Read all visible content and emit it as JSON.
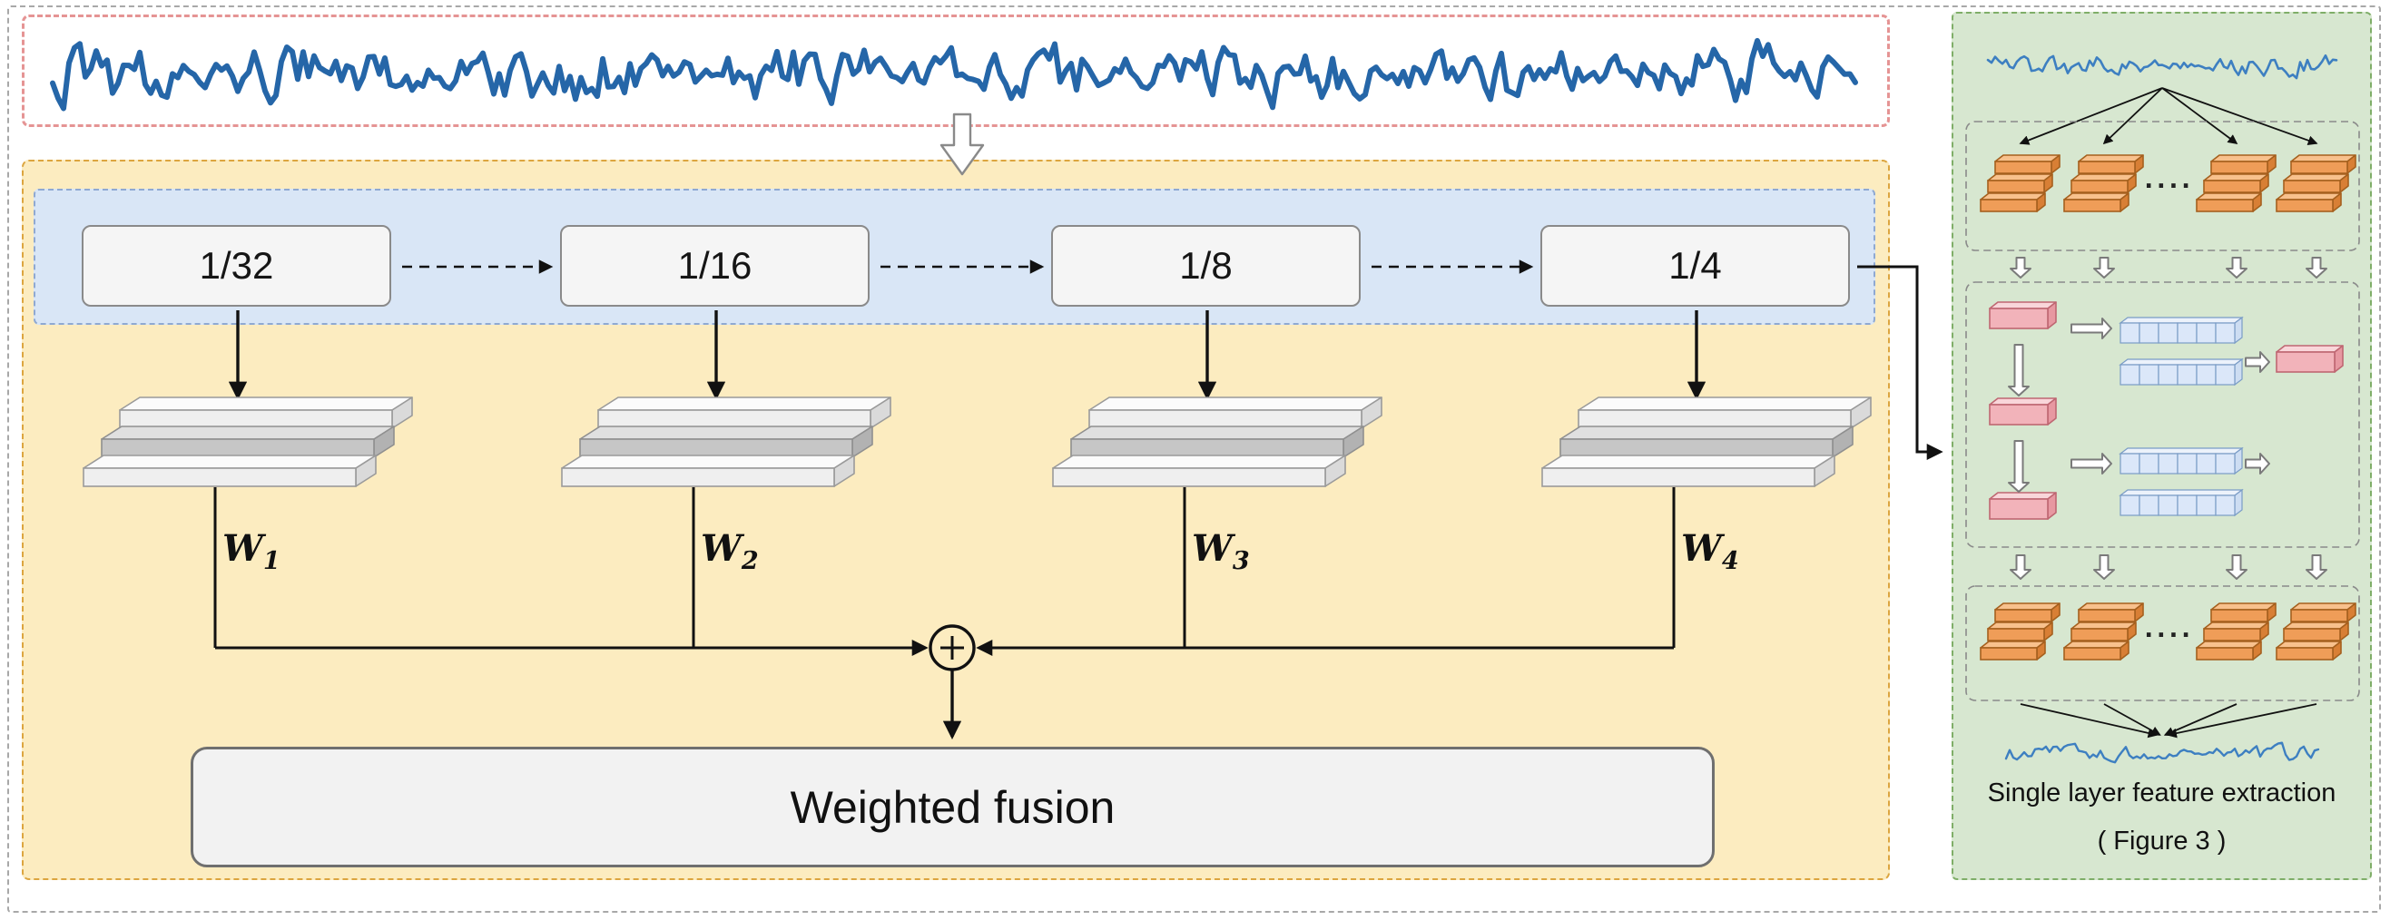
{
  "figure": {
    "input": {
      "signal_icon": "waveform-signal"
    },
    "scales": [
      {
        "label": "1/32"
      },
      {
        "label": "1/16"
      },
      {
        "label": "1/8"
      },
      {
        "label": "1/4"
      }
    ],
    "weights": [
      {
        "base": "W",
        "sub": "1"
      },
      {
        "base": "W",
        "sub": "2"
      },
      {
        "base": "W",
        "sub": "3"
      },
      {
        "base": "W",
        "sub": "4"
      }
    ],
    "fusion": {
      "label": "Weighted fusion"
    },
    "sum_icon": "circled-plus",
    "ellipsis": "····",
    "right_panel": {
      "caption_line1": "Single layer feature extraction",
      "caption_line2": "( Figure 3 )"
    },
    "colors": {
      "signal": "#2566a8",
      "signal_light": "#3d7fc1",
      "signal_box_border": "#e59494",
      "main_bg": "#fcecc0",
      "main_border": "#dca53f",
      "band_bg": "#d9e6f6",
      "band_border": "#8fa9d2",
      "scale_box_bg": "#f5f5f5",
      "scale_box_border": "#8a8a8a",
      "green_bg": "#d7e7d0",
      "green_border": "#7fae68",
      "orange_block": "#ef9d58",
      "pink_block": "#f2b3ba",
      "blue_cell": "#dbe7f9",
      "fusion_bg": "#f2f2f2"
    }
  }
}
